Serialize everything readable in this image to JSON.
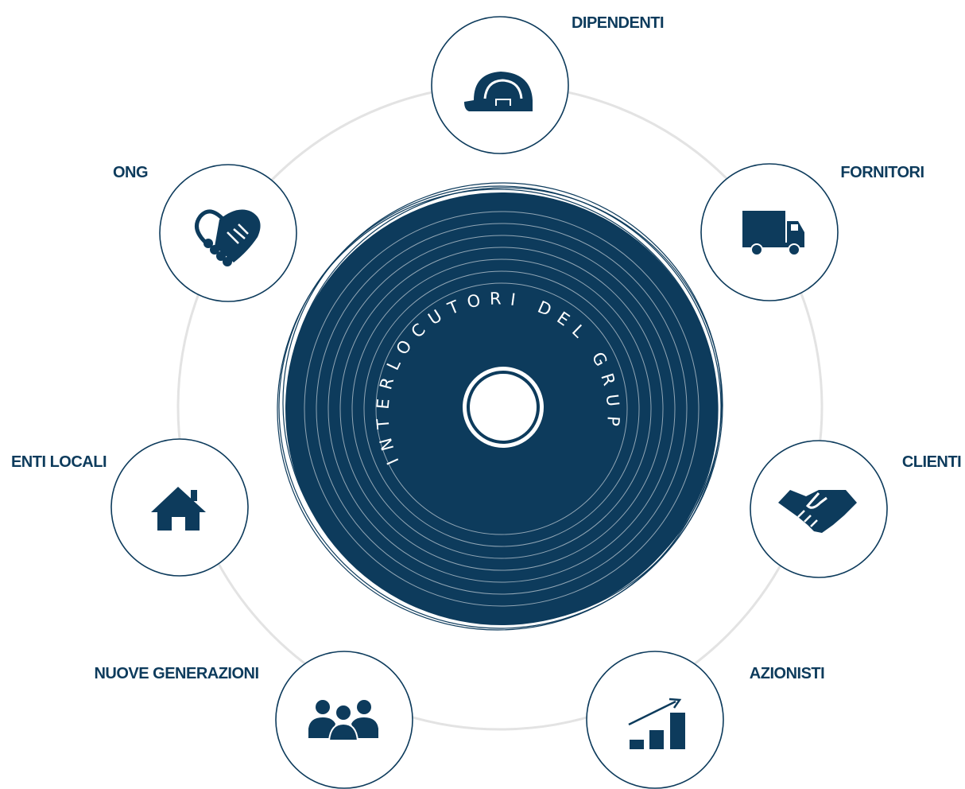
{
  "colors": {
    "navy": "#0d3b5c",
    "orbit": "#e3e3e3",
    "white": "#ffffff"
  },
  "center": {
    "ring_text": "INTERLOCUTORI DEL GRUPPO"
  },
  "stakeholders": [
    {
      "id": "dipendenti",
      "label": "DIPENDENTI",
      "icon": "hard-hat-icon"
    },
    {
      "id": "fornitori",
      "label": "FORNITORI",
      "icon": "truck-icon"
    },
    {
      "id": "clienti",
      "label": "CLIENTI",
      "icon": "handshake-icon"
    },
    {
      "id": "azionisti",
      "label": "AZIONISTI",
      "icon": "growth-chart-icon"
    },
    {
      "id": "nuove-generazioni",
      "label": "NUOVE GENERAZIONI",
      "icon": "people-group-icon"
    },
    {
      "id": "enti-locali",
      "label": "ENTI LOCALI",
      "icon": "house-icon"
    },
    {
      "id": "ong",
      "label": "ONG",
      "icon": "heart-handshake-icon"
    }
  ]
}
